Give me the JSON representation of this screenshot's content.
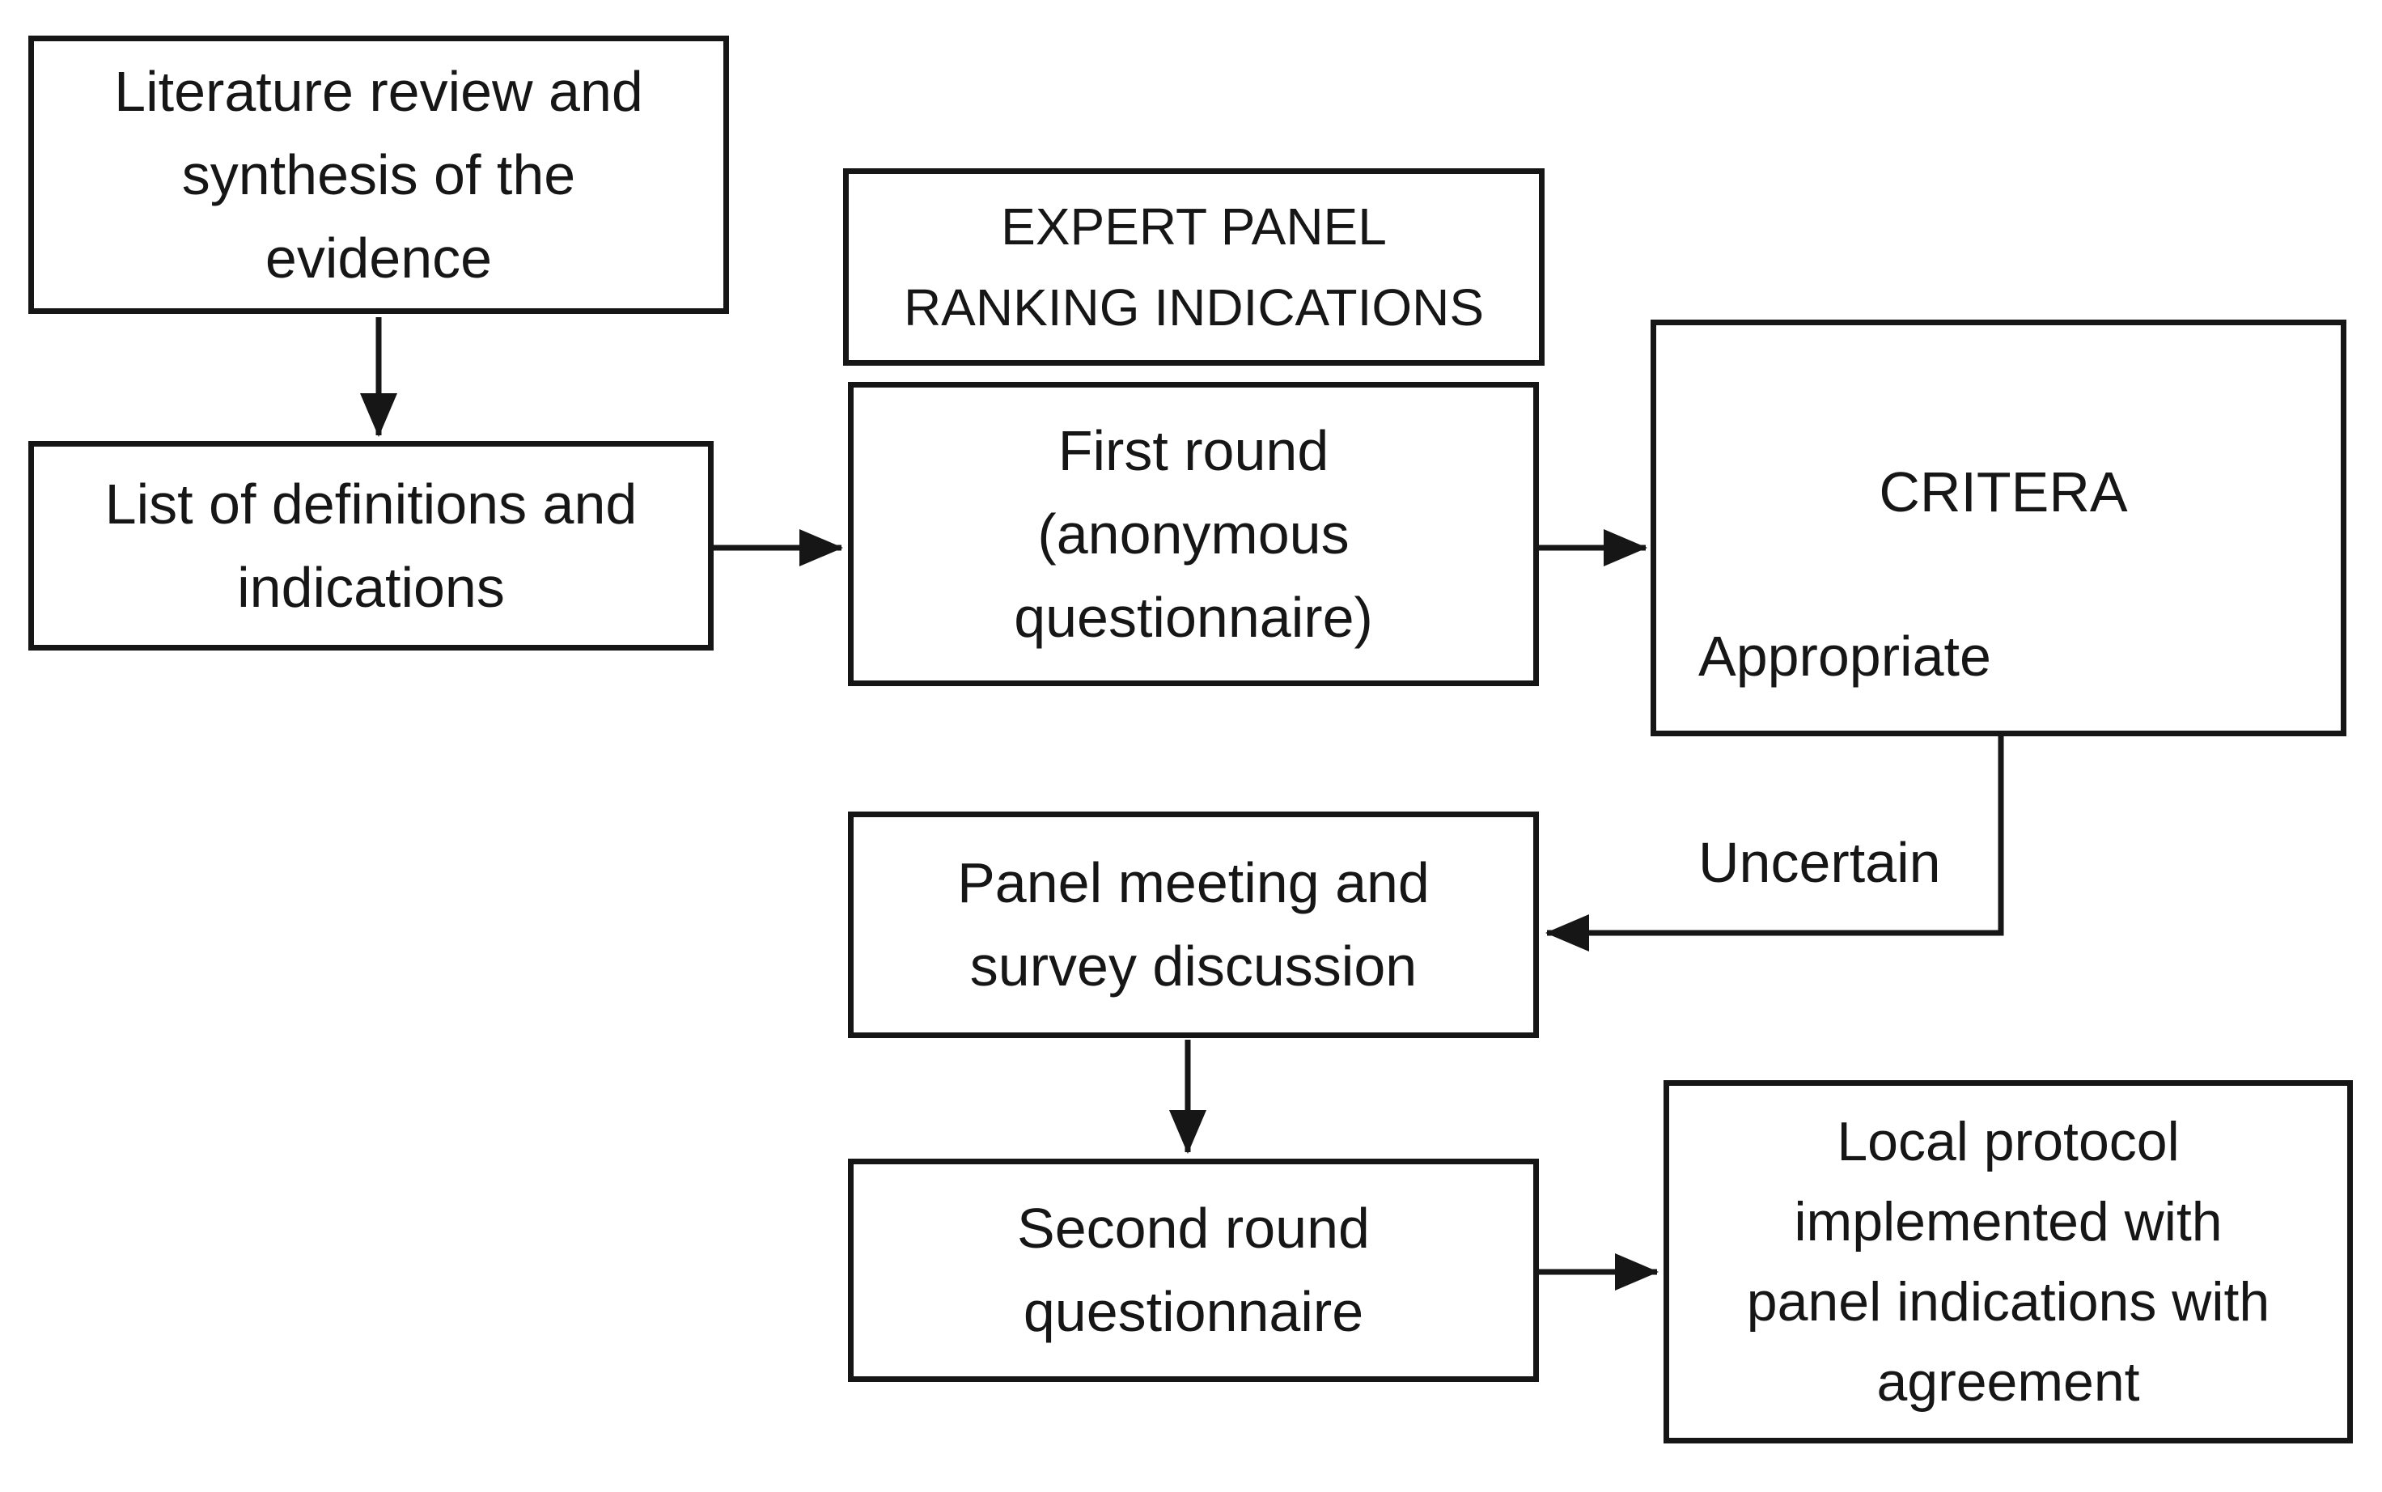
{
  "diagram": {
    "background": "#ffffff",
    "line_color": "#161616",
    "text_color": "#161616",
    "boxes": {
      "literature": {
        "text": "Literature review and\nsynthesis of the\nevidence"
      },
      "definitions": {
        "text": "List of definitions and\nindications"
      },
      "expert_panel": {
        "text": "EXPERT PANEL\nRANKING INDICATIONS"
      },
      "first_round": {
        "text": "First round\n(anonymous\nquestionnaire)"
      },
      "criteria": {
        "title": "CRITERA",
        "items": [
          "Appropriate",
          "Uncertain"
        ]
      },
      "panel_meeting": {
        "text": "Panel meeting and\nsurvey discussion"
      },
      "second_round": {
        "text": "Second round\nquestionnaire"
      },
      "local_protocol": {
        "text": "Local protocol\nimplemented with\npanel indications with\nagreement"
      }
    }
  }
}
